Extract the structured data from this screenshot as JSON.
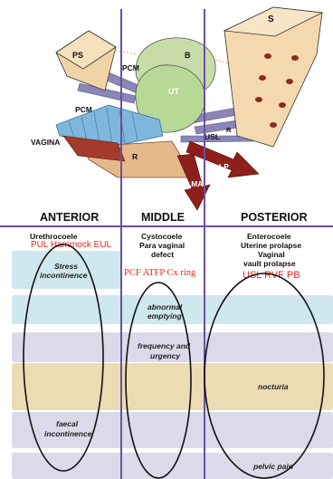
{
  "columns": {
    "anterior": "ANTERIOR",
    "middle": "MIDDLE",
    "posterior": "POSTERIOR"
  },
  "anatomy_labels": {
    "ps": "PS",
    "s": "S",
    "b": "B",
    "ut": "UT",
    "pcm_top": "PCM",
    "pcm_left": "PCM",
    "vagina": "VAGINA",
    "usl": "USL",
    "r_small": "R",
    "r": "R",
    "lp": "LP",
    "lma": "LMA"
  },
  "conditions": {
    "anterior": "Urethrocoele",
    "middle": [
      "Cystocoele",
      "Para vaginal",
      "defect"
    ],
    "posterior": [
      "Enterocoele",
      "Uterine prolapse",
      "Vaginal",
      "vault prolapse"
    ]
  },
  "ligaments": {
    "anterior": "PUL Hammock EUL",
    "middle": "PCF ATFP Cx ring",
    "posterior": "USL RVF PB"
  },
  "symptoms": {
    "stress": [
      "Stress",
      "incontinence"
    ],
    "abnormal": [
      "abnormal",
      "emptying"
    ],
    "frequency": [
      "frequency and",
      "urgency"
    ],
    "nocturia": "nocturia",
    "faecal": [
      "faecal",
      "incontinence"
    ],
    "pelvic_pain": "pelvic pain"
  },
  "colors": {
    "divider": "#6a4fa3",
    "band_blue": "#cfe7ee",
    "band_lavender": "#dcd9ea",
    "band_tan": "#ecdcb3",
    "ligament_red": "#e3261f"
  }
}
